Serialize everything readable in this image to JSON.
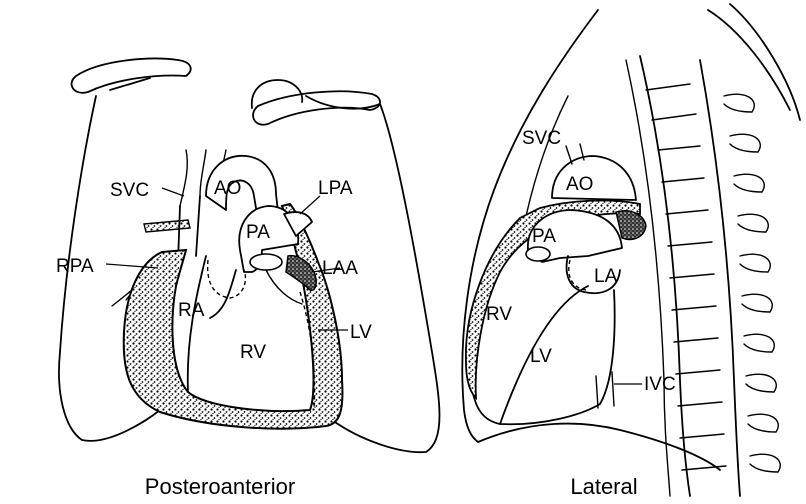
{
  "pa_view": {
    "caption": "Posteroanterior",
    "labels": {
      "svc": "SVC",
      "ao": "AO",
      "lpa": "LPA",
      "pa": "PA",
      "rpa": "RPA",
      "laa": "LAA",
      "ra": "RA",
      "rv": "RV",
      "lv": "LV"
    }
  },
  "lateral_view": {
    "caption": "Lateral",
    "labels": {
      "svc": "SVC",
      "ao": "AO",
      "pa": "PA",
      "la": "LA",
      "rv": "RV",
      "lv": "LV",
      "ivc": "IVC"
    }
  }
}
